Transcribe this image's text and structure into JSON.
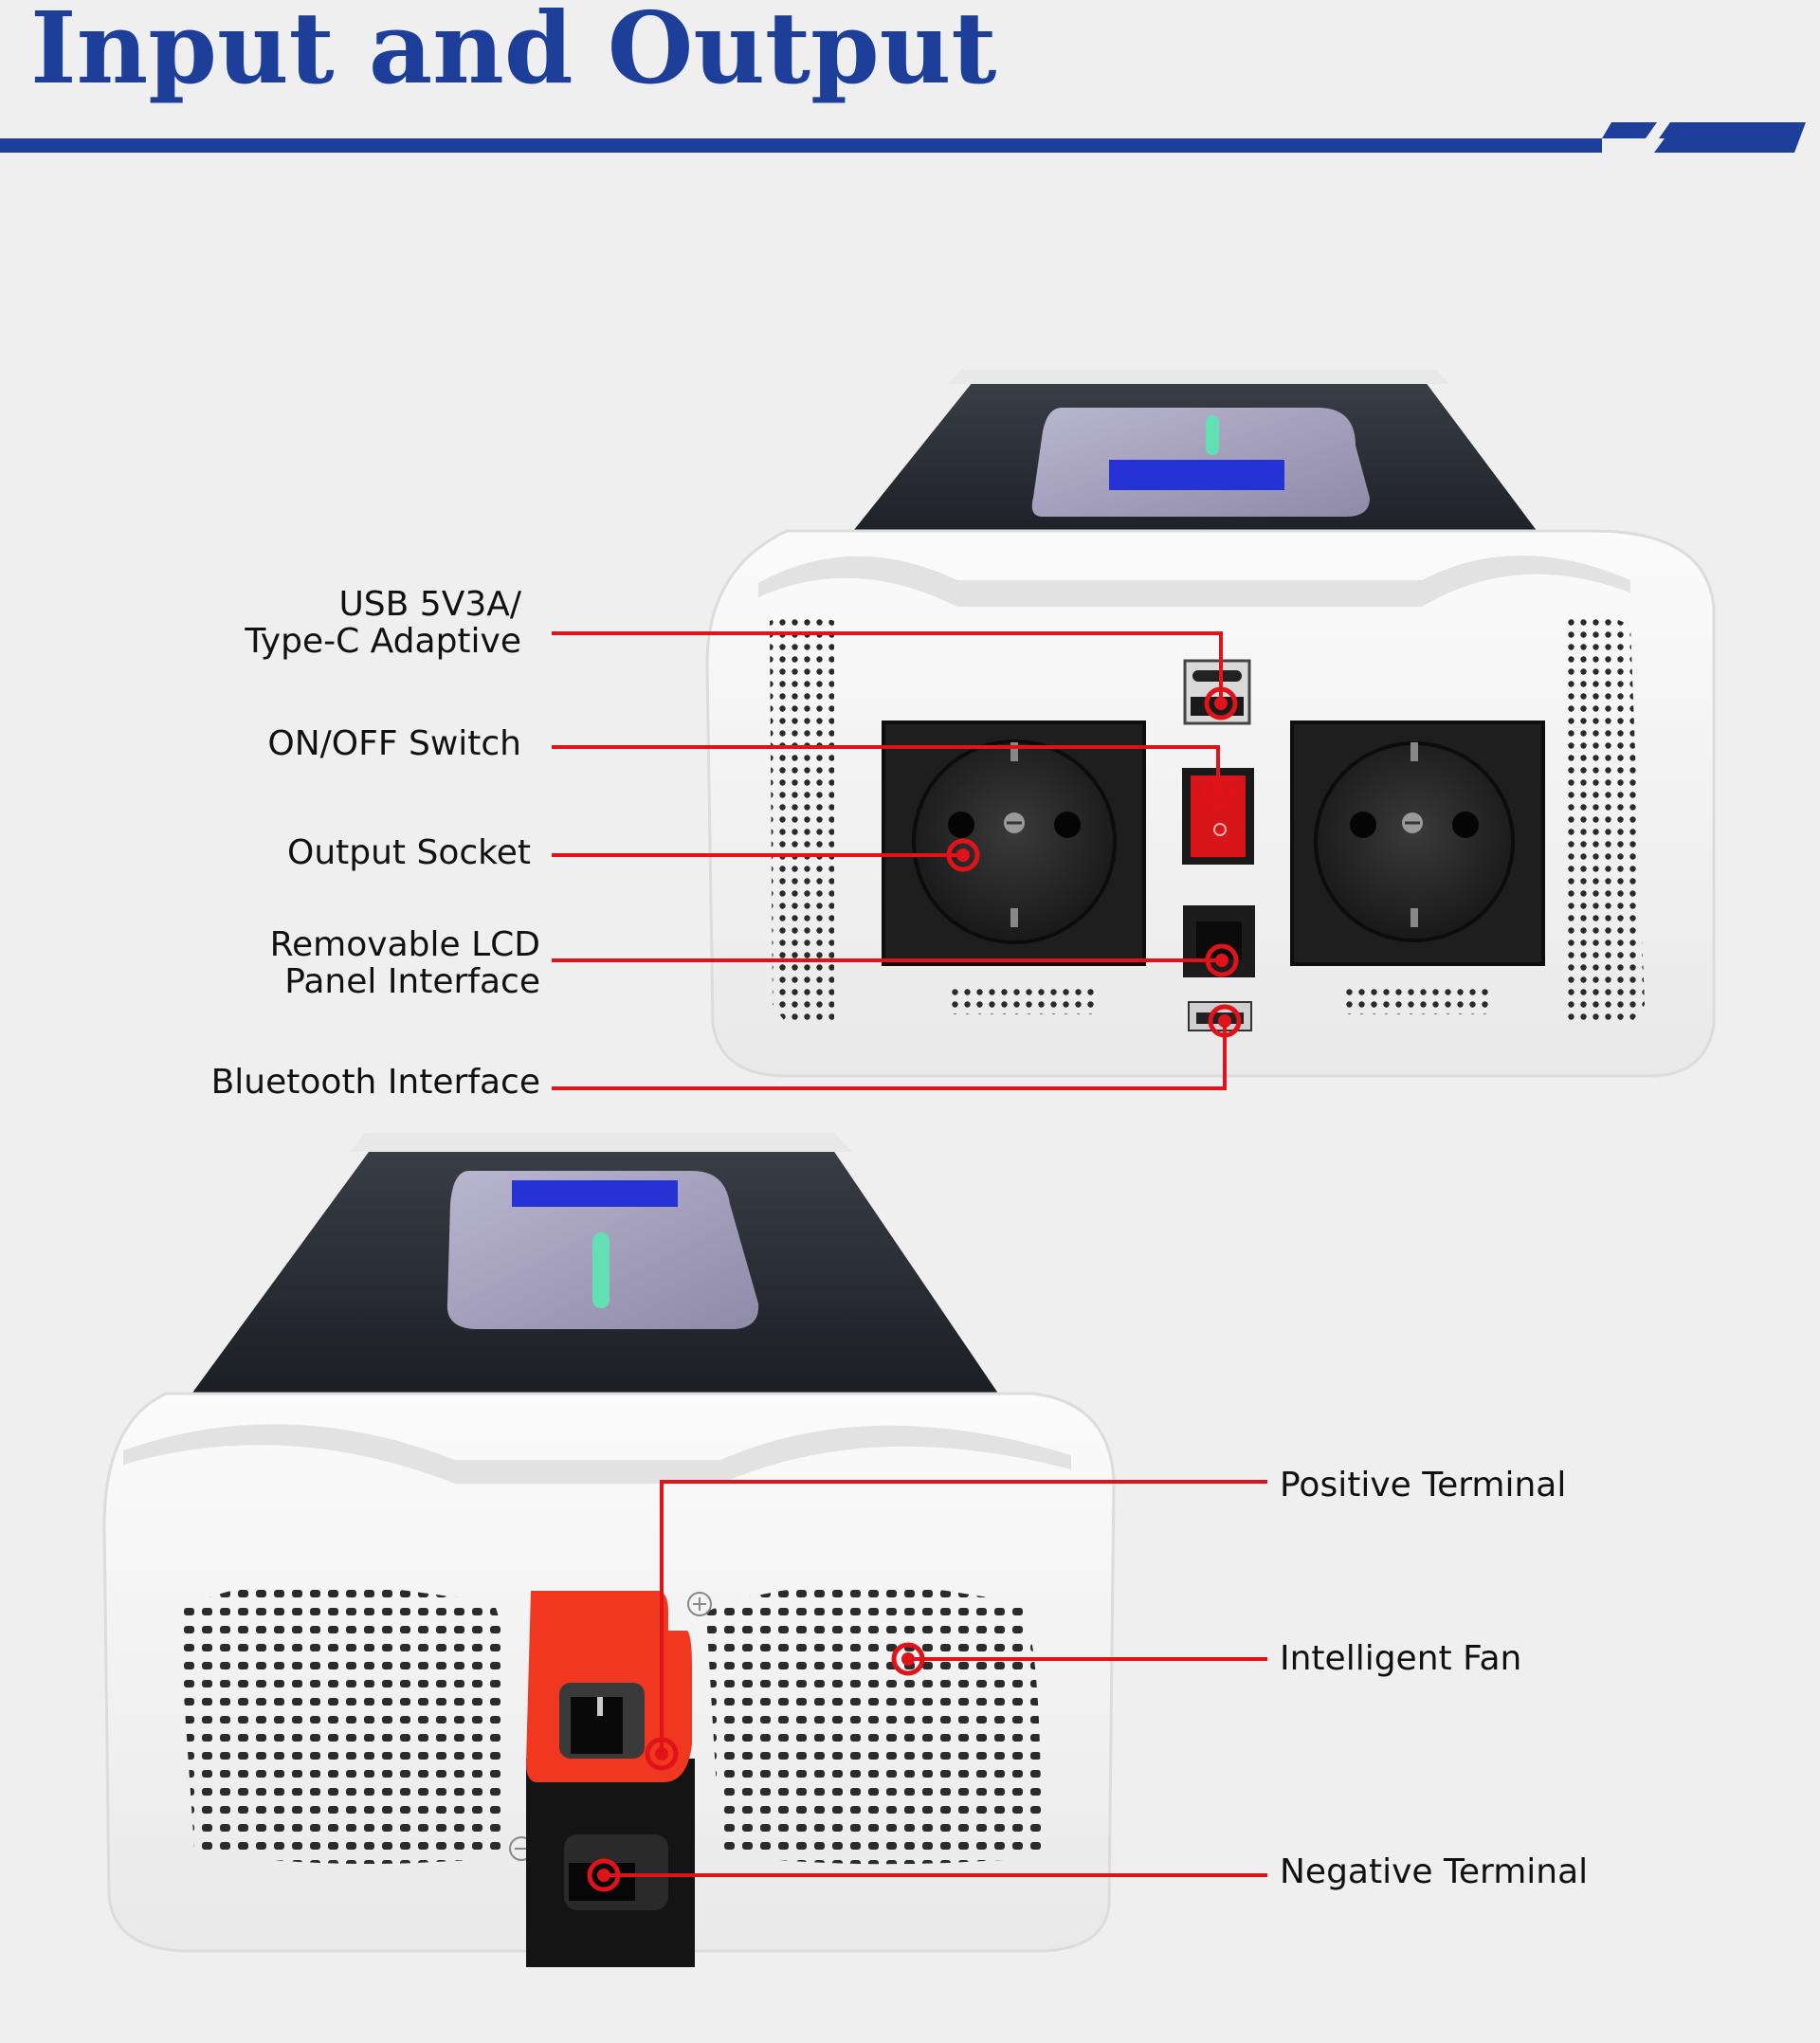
{
  "page": {
    "title": "Input and Output",
    "accent_color": "#1d3f9a",
    "callout_color": "#e0121a"
  },
  "callouts_front": [
    {
      "id": "usb",
      "lines": [
        "USB 5V3A/",
        "Type-C Adaptive"
      ]
    },
    {
      "id": "switch",
      "lines": [
        "ON/OFF Switch"
      ]
    },
    {
      "id": "socket",
      "lines": [
        "Output Socket"
      ]
    },
    {
      "id": "lcd",
      "lines": [
        "Removable LCD",
        "Panel Interface"
      ]
    },
    {
      "id": "bluetooth",
      "lines": [
        "Bluetooth Interface"
      ]
    }
  ],
  "callouts_rear": [
    {
      "id": "positive",
      "lines": [
        "Positive Terminal"
      ]
    },
    {
      "id": "fan",
      "lines": [
        "Intelligent Fan"
      ]
    },
    {
      "id": "negative",
      "lines": [
        "Negative Terminal"
      ]
    }
  ],
  "icons": {
    "socket": "schuko-socket-icon",
    "switch": "rocker-switch-icon",
    "fan": "fan-grille-icon",
    "terminal": "battery-terminal-icon"
  }
}
